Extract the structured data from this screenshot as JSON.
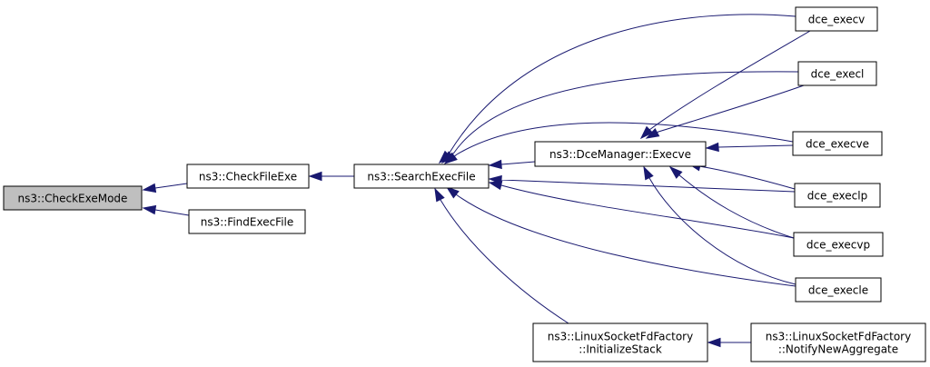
{
  "nodes": [
    {
      "id": "checkexemode",
      "lines": [
        "ns3::CheckExeMode"
      ],
      "highlight": true
    },
    {
      "id": "checkfileexe",
      "lines": [
        "ns3::CheckFileExe"
      ]
    },
    {
      "id": "findexecfile",
      "lines": [
        "ns3::FindExecFile"
      ]
    },
    {
      "id": "searchexecfile",
      "lines": [
        "ns3::SearchExecFile"
      ]
    },
    {
      "id": "dcemanager-execve",
      "lines": [
        "ns3::DceManager::Execve"
      ]
    },
    {
      "id": "initializestack",
      "lines": [
        "ns3::LinuxSocketFdFactory",
        "::InitializeStack"
      ]
    },
    {
      "id": "notifynewaggregate",
      "lines": [
        "ns3::LinuxSocketFdFactory",
        "::NotifyNewAggregate"
      ]
    },
    {
      "id": "dce-execv",
      "lines": [
        "dce_execv"
      ]
    },
    {
      "id": "dce-execl",
      "lines": [
        "dce_execl"
      ]
    },
    {
      "id": "dce-execve",
      "lines": [
        "dce_execve"
      ]
    },
    {
      "id": "dce-execlp",
      "lines": [
        "dce_execlp"
      ]
    },
    {
      "id": "dce-execvp",
      "lines": [
        "dce_execvp"
      ]
    },
    {
      "id": "dce-execle",
      "lines": [
        "dce_execle"
      ]
    }
  ],
  "edges": [
    {
      "from": "checkfileexe",
      "to": "checkexemode"
    },
    {
      "from": "findexecfile",
      "to": "checkexemode"
    },
    {
      "from": "searchexecfile",
      "to": "checkfileexe"
    },
    {
      "from": "dcemanager-execve",
      "to": "searchexecfile"
    },
    {
      "from": "dce-execv",
      "to": "searchexecfile"
    },
    {
      "from": "dce-execl",
      "to": "searchexecfile"
    },
    {
      "from": "dce-execve",
      "to": "searchexecfile"
    },
    {
      "from": "dce-execlp",
      "to": "searchexecfile"
    },
    {
      "from": "dce-execvp",
      "to": "searchexecfile"
    },
    {
      "from": "dce-execle",
      "to": "searchexecfile"
    },
    {
      "from": "initializestack",
      "to": "searchexecfile"
    },
    {
      "from": "dce-execv",
      "to": "dcemanager-execve"
    },
    {
      "from": "dce-execl",
      "to": "dcemanager-execve"
    },
    {
      "from": "dce-execve",
      "to": "dcemanager-execve"
    },
    {
      "from": "dce-execlp",
      "to": "dcemanager-execve"
    },
    {
      "from": "dce-execvp",
      "to": "dcemanager-execve"
    },
    {
      "from": "dce-execle",
      "to": "dcemanager-execve"
    },
    {
      "from": "notifynewaggregate",
      "to": "initializestack"
    }
  ],
  "colors": {
    "edge": "#191970",
    "node_border": "#000000",
    "highlight_fill": "#bfbfbf"
  }
}
